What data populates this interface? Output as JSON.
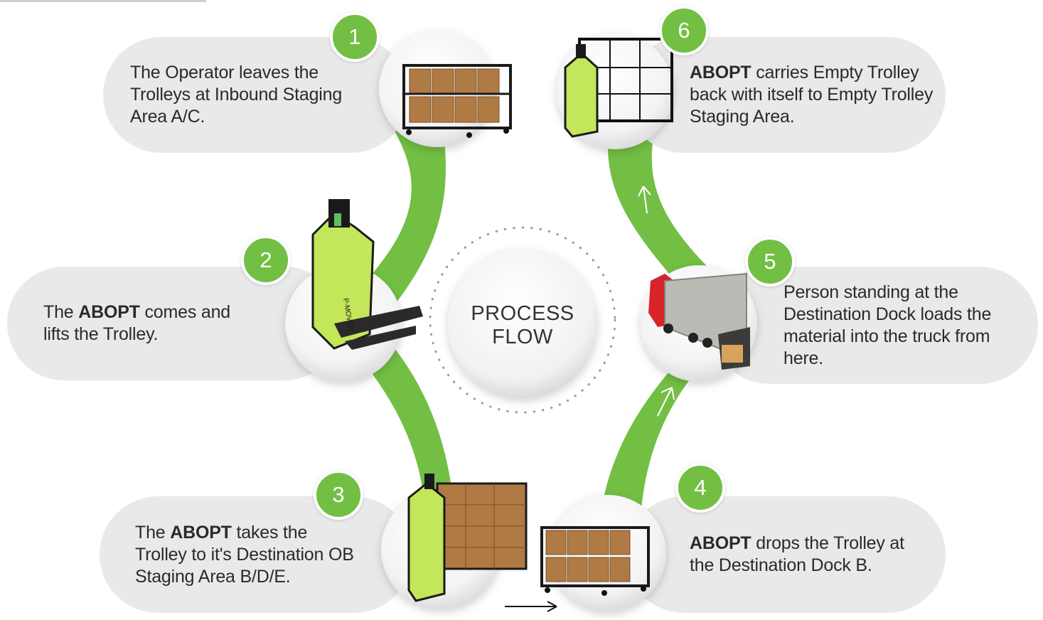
{
  "title": {
    "line1": "PROCESS",
    "line2": "FLOW"
  },
  "steps": [
    {
      "number": "1",
      "bold": "",
      "text": "The Operator leaves the Trolleys at Inbound Staging Area A/C."
    },
    {
      "number": "2",
      "pre": "The ",
      "bold": "ABOPT",
      "text": " comes and lifts the Trolley."
    },
    {
      "number": "3",
      "pre": "The ",
      "bold": "ABOPT",
      "text": " takes the Trolley to it's Destination OB Staging Area B/D/E."
    },
    {
      "number": "4",
      "pre": "",
      "bold": "ABOPT",
      "text": " drops the Trolley at the Destination Dock B."
    },
    {
      "number": "5",
      "bold": "",
      "text": "Person standing at the Destination Dock loads the material into the truck from here."
    },
    {
      "number": "6",
      "pre": "",
      "bold": "ABOPT",
      "text": " carries Empty Trolley back with itself to Empty Trolley Staging Area."
    }
  ],
  "illustrations": {
    "step1": "trolley-with-boxes",
    "step2": "p-mover-robot",
    "step3": "p-mover-with-loaded-trolley",
    "step4": "loaded-trolley",
    "step5": "truck",
    "step6": "p-mover-with-empty-trolley"
  },
  "robot_label": "P-MOVER",
  "colors": {
    "accent": "#72bf44",
    "pill": "#e9e9ea",
    "text": "#2a2a2a"
  }
}
